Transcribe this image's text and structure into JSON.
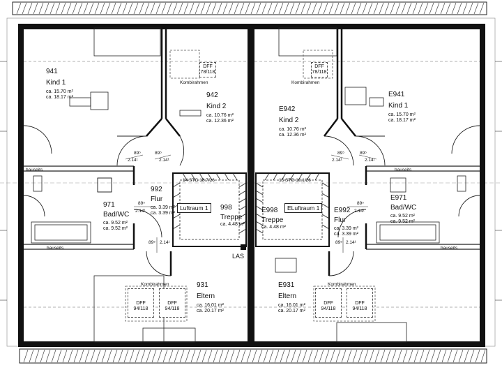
{
  "colors": {
    "wall": "#111111",
    "line": "#222222",
    "hatch": "#444444",
    "dash": "#555555"
  },
  "rooms": [
    {
      "id": "941",
      "number": "941",
      "name": "Kind 1",
      "area1": "ca. 15.70 m²",
      "area2": "ca. 18.17 m²"
    },
    {
      "id": "942",
      "number": "942",
      "name": "Kind 2",
      "area1": "ca. 10.76 m²",
      "area2": "ca. 12.36 m²"
    },
    {
      "id": "e942",
      "number": "E942",
      "name": "Kind 2",
      "area1": "ca. 10.76 m²",
      "area2": "ca. 12.36 m²"
    },
    {
      "id": "e941",
      "number": "E941",
      "name": "Kind 1",
      "area1": "ca. 15.70 m²",
      "area2": "ca. 18.17 m²"
    },
    {
      "id": "971",
      "number": "971",
      "name": "Bad/WC",
      "area1": "ca. 9.52 m²",
      "area2": "ca. 9.52 m²"
    },
    {
      "id": "e971",
      "number": "E971",
      "name": "Bad/WC",
      "area1": "ca. 9.52 m²",
      "area2": "ca. 9.52 m²"
    },
    {
      "id": "992",
      "number": "992",
      "name": "Flur",
      "area1": "ca. 3.39 m²",
      "area2": "ca. 3.39 m²"
    },
    {
      "id": "e992",
      "number": "E992",
      "name": "Flur",
      "area1": "ca. 3.39 m²",
      "area2": "ca. 3.39 m²"
    },
    {
      "id": "998",
      "number": "998",
      "name": "Treppe",
      "area1": "ca. 4.48 m²"
    },
    {
      "id": "e998",
      "number": "E998",
      "name": "Treppe",
      "area1": "ca. 4.48 m²"
    },
    {
      "id": "931",
      "number": "931",
      "name": "Eltern",
      "area1": "ca. 16.01 m²",
      "area2": "ca. 20.17 m²"
    },
    {
      "id": "e931",
      "number": "E931",
      "name": "Eltern",
      "area1": "ca. 16.01 m²",
      "area2": "ca. 20.17 m²"
    }
  ],
  "windows": [
    {
      "id": "dff-tl",
      "line1": "DFF",
      "line2": "78/118"
    },
    {
      "id": "dff-tr",
      "line1": "DFF",
      "line2": "78/118"
    },
    {
      "id": "dff-bl1",
      "line1": "DFF",
      "line2": "94/118"
    },
    {
      "id": "dff-bl2",
      "line1": "DFF",
      "line2": "94/118"
    },
    {
      "id": "dff-br1",
      "line1": "DFF",
      "line2": "94/118"
    },
    {
      "id": "dff-br2",
      "line1": "DFF",
      "line2": "94/118"
    }
  ],
  "labels": {
    "kombirahmen": "Kombirahmen",
    "bauseits": "bauseits",
    "luftraum_left": "Luftraum 1",
    "luftraum_right": "ELuftraum 1",
    "stairs_left": "14 STG 18.7/26",
    "stairs_right": "15 STG 18.1/26",
    "las": "LAS"
  },
  "dimensions": {
    "d89_5": "89⁵",
    "d2_14": "2.14¹"
  }
}
